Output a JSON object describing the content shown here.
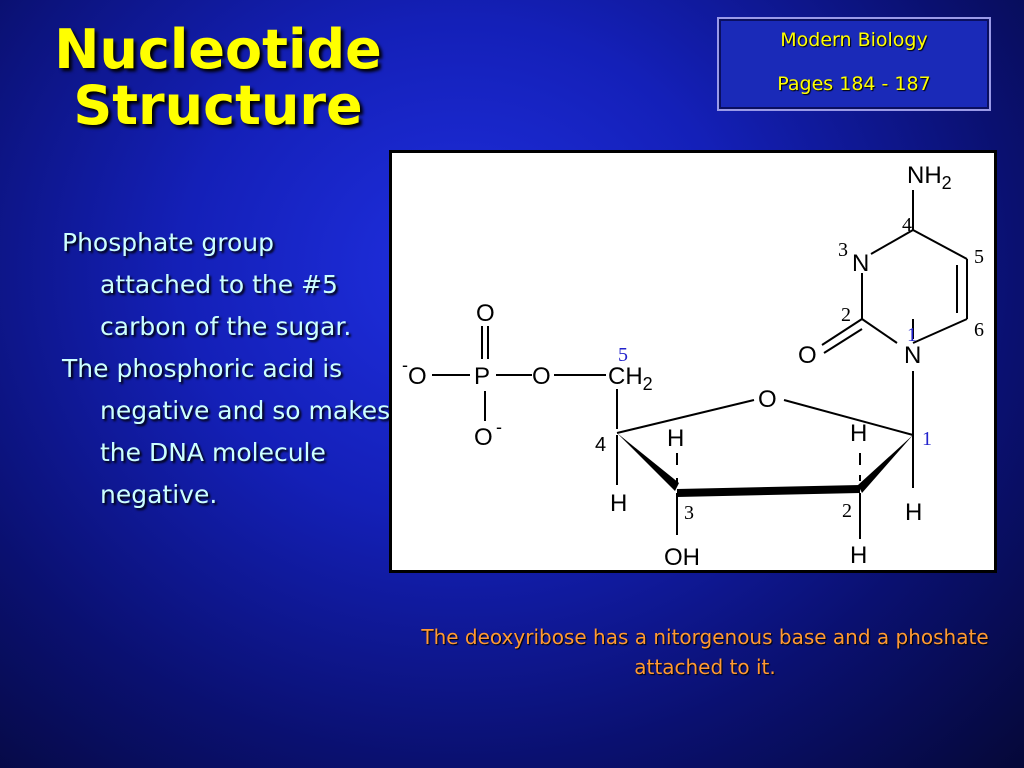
{
  "title": {
    "line1": "Nucleotide",
    "line2": "Structure"
  },
  "reference": {
    "book": "Modern Biology",
    "pages": "Pages 184 - 187"
  },
  "bullets": [
    "Phosphate group attached to the #5 carbon of the sugar.",
    "The phosphoric acid is negative and so makes the DNA molecule negative."
  ],
  "caption": "The deoxyribose has a nitorgenous base and a phoshate attached to it.",
  "diagram": {
    "phosphate": {
      "O_top": "O",
      "O_left": "O",
      "P": "P",
      "O_right": "O",
      "O_bottom": "O",
      "minus": "-"
    },
    "ch2": {
      "C": "CH",
      "sub": "2"
    },
    "sugar": {
      "ring_O": "O",
      "H_left": "H",
      "H_right": "H",
      "H_4": "H",
      "OH_3": "OH",
      "H_2": "H",
      "H_1": "H"
    },
    "base": {
      "NH": "NH",
      "NH_sub": "2",
      "N3": "N",
      "O2": "O",
      "N1": "N"
    },
    "numbers": {
      "c5": "5",
      "c4": "4",
      "c3": "3",
      "c2": "2",
      "c1": "1",
      "b4": "4",
      "b3": "3",
      "b5": "5",
      "b2": "2",
      "b1": "1",
      "b6": "6"
    },
    "colors": {
      "blue_label": "#2222cc"
    }
  }
}
